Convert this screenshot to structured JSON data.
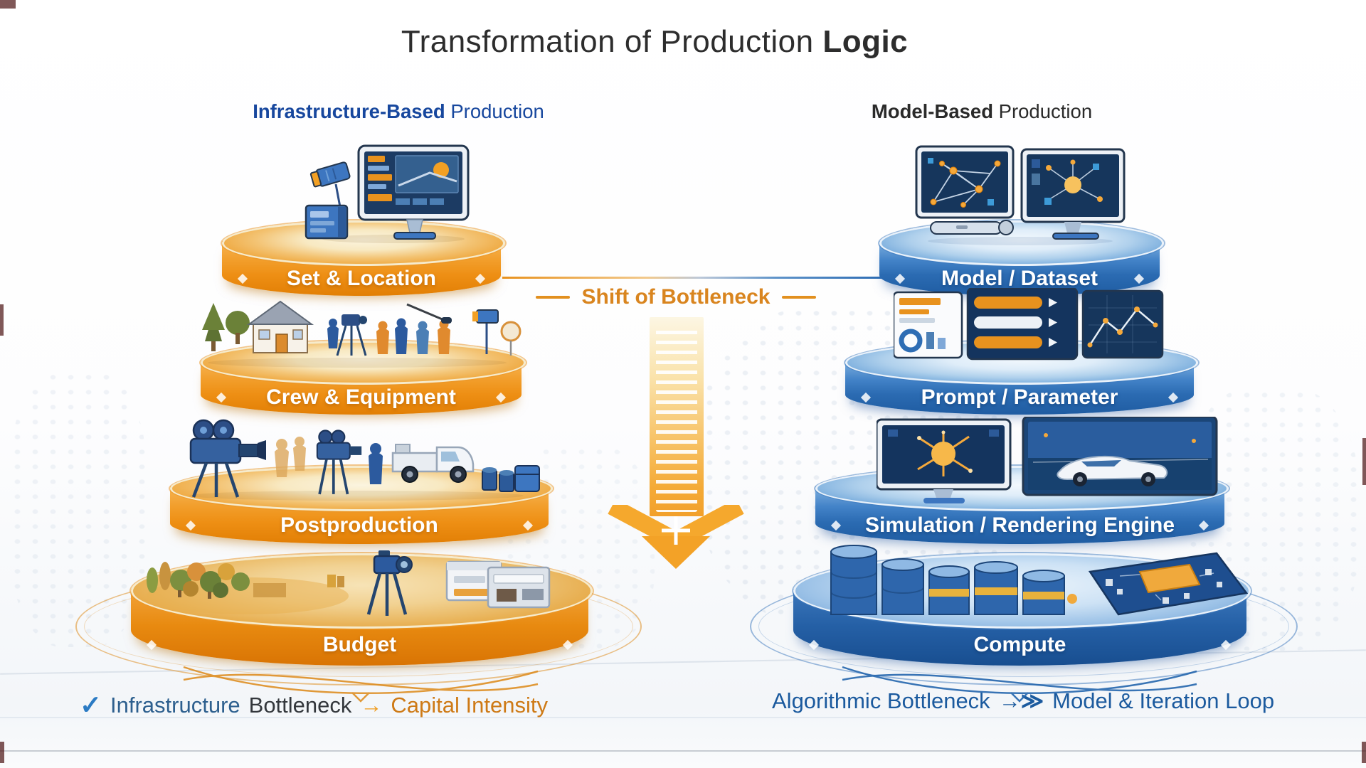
{
  "title": {
    "lead": "Transformation of Production",
    "emphasis": "Logic"
  },
  "columns": {
    "left": {
      "header": {
        "emphasis": "Infrastructure-Based",
        "rest": "Production"
      },
      "tiers": [
        {
          "label": "Set & Location"
        },
        {
          "label": "Crew & Equipment"
        },
        {
          "label": "Postproduction"
        },
        {
          "label": "Budget"
        }
      ],
      "caption": {
        "check_glyph": "✓",
        "term_primary": "Infrastructure",
        "term_secondary": "Bottleneck",
        "arrow_glyph": "→",
        "result": "Capital Intensity"
      },
      "accent_color": "#E8891D"
    },
    "right": {
      "header": {
        "emphasis": "Model-Based",
        "rest": "Production"
      },
      "tiers": [
        {
          "label": "Model / Dataset"
        },
        {
          "label": "Prompt / Parameter"
        },
        {
          "label": "Simulation / Rendering Engine"
        },
        {
          "label": "Compute"
        }
      ],
      "caption": {
        "term": "Algorithmic Bottleneck",
        "arrow_glyph": "→",
        "chevron_glyph": "≫",
        "result": "Model & Iteration Loop"
      },
      "accent_color": "#2D6FBA"
    }
  },
  "center": {
    "shift_label": "Shift of Bottleneck",
    "plus_glyph": "+"
  },
  "icons": {
    "left": [
      "editing-workstation-icon",
      "film-set-crew-icon",
      "camera-truck-equipment-icon",
      "location-landscape-gear-icon"
    ],
    "right": [
      "network-model-monitors-icon",
      "prompt-dashboard-panels-icon",
      "render-engine-displays-icon",
      "database-gpu-compute-icon"
    ],
    "center": [
      "shift-down-arrow-icon"
    ]
  },
  "colors": {
    "orange_accent": "#E8891D",
    "orange_deep": "#D97404",
    "blue_accent": "#2D6FBA",
    "blue_deep": "#184E90",
    "title_text": "#2D2D2D",
    "left_header_text": "#17479E",
    "band_text": "#FFFFFF",
    "shift_label_text": "#D9851F"
  }
}
